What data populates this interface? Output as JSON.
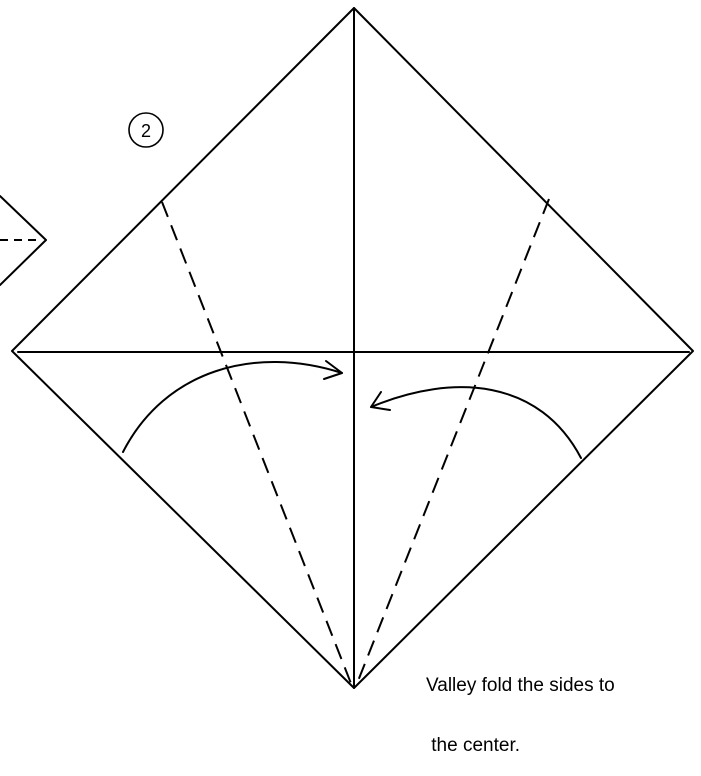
{
  "step": {
    "number": "2"
  },
  "instruction": {
    "line1": "Valley fold the sides to",
    "line2": " the center."
  }
}
